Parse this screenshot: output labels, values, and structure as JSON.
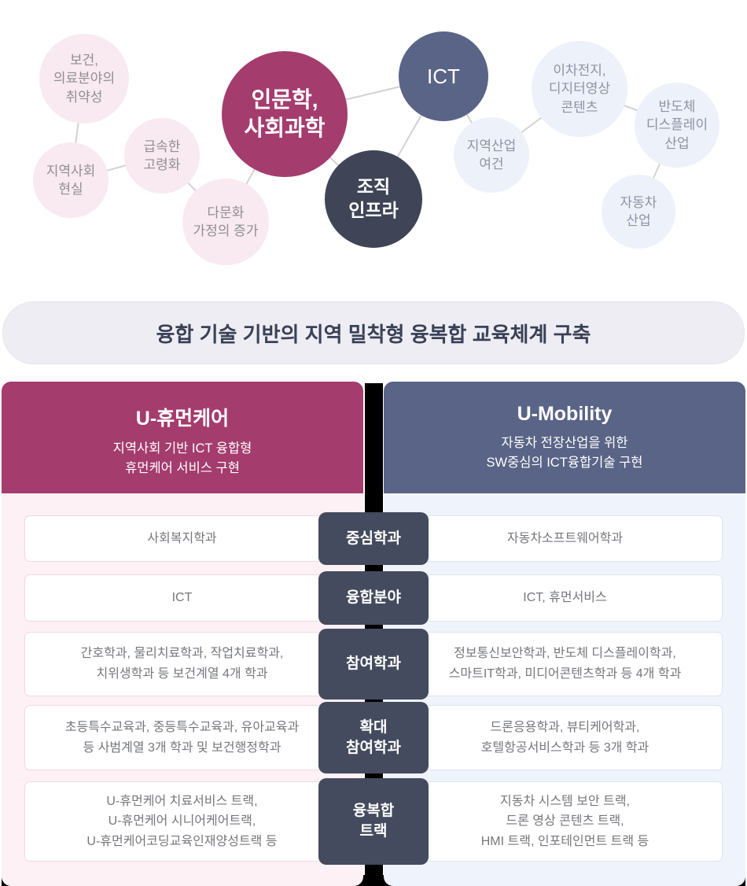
{
  "diagram": {
    "circles": {
      "health": {
        "label": "보건,\n의료분야의\n취약성"
      },
      "community": {
        "label": "지역사회\n현실"
      },
      "aging": {
        "label": "급속한\n고령화"
      },
      "multicultural": {
        "label": "다문화\n가정의 증가"
      },
      "humanities": {
        "label": "인문학,\n사회과학"
      },
      "ict": {
        "label": "ICT"
      },
      "org_infra": {
        "label": "조직\n인프라"
      },
      "regional_industry": {
        "label": "지역산업\n여건"
      },
      "battery_content": {
        "label": "이차전지,\n디지터영상\n콘텐츠"
      },
      "semiconductor": {
        "label": "반도체\n디스플레이\n산업"
      },
      "automotive": {
        "label": "자동차\n산업"
      }
    }
  },
  "banner": {
    "text": "융합 기술 기반의 지역 밀착형 융복합 교육체계 구축"
  },
  "left_panel": {
    "title": "U-휴먼케어",
    "subtitle": "지역사회 기반 ICT 융합형\n휴먼케어 서비스 구현"
  },
  "right_panel": {
    "title": "U-Mobility",
    "subtitle": "자동차 전장산업을 위한\nSW중심의 ICT융합기술 구현"
  },
  "rows": [
    {
      "label": "중심학과",
      "left": "사회복지학과",
      "right": "자동차소프트웨어학과"
    },
    {
      "label": "융합분야",
      "left": "ICT",
      "right": "ICT, 휴먼서비스"
    },
    {
      "label": "참여학과",
      "left": "간호학과, 물리치료학과, 작업치료학과,\n치위생학과 등 보건계열 4개 학과",
      "right": "정보통신보안학과, 반도체 디스플레이학과,\n스마트IT학과, 미디어콘텐츠학과 등 4개 학과"
    },
    {
      "label": "확대\n참여학과",
      "left": "초등특수교육과, 중등특수교육과, 유아교육과\n등 사범계열 3개 학과 및 보건행정학과",
      "right": "드론응용학과, 뷰티케어학과,\n호텔항공서비스학과 등 3개 학과"
    },
    {
      "label": "융복합\n트랙",
      "left": "U-휴먼케어 치료서비스 트랙,\nU-휴먼케어 시니어케어트랙,\nU-휴먼케어코딩교육인재양성트랙 등",
      "right": "지동차 시스템 보안 트랙,\n드론 영상 콘텐츠 트랙,\nHMI 트랙, 인포테인먼트 트랙 등"
    }
  ],
  "colors": {
    "magenta": "#a43c6e",
    "slate_blue": "#5a6486",
    "dark_navy": "#454b5e",
    "pink_bubble": "#f9e9f0",
    "lightblue_bubble": "#edf1fa",
    "left_panel_bg": "#fdf1f6",
    "right_panel_bg": "#eff3fc",
    "spine": "#000000",
    "banner_bg": "#ededf3"
  }
}
